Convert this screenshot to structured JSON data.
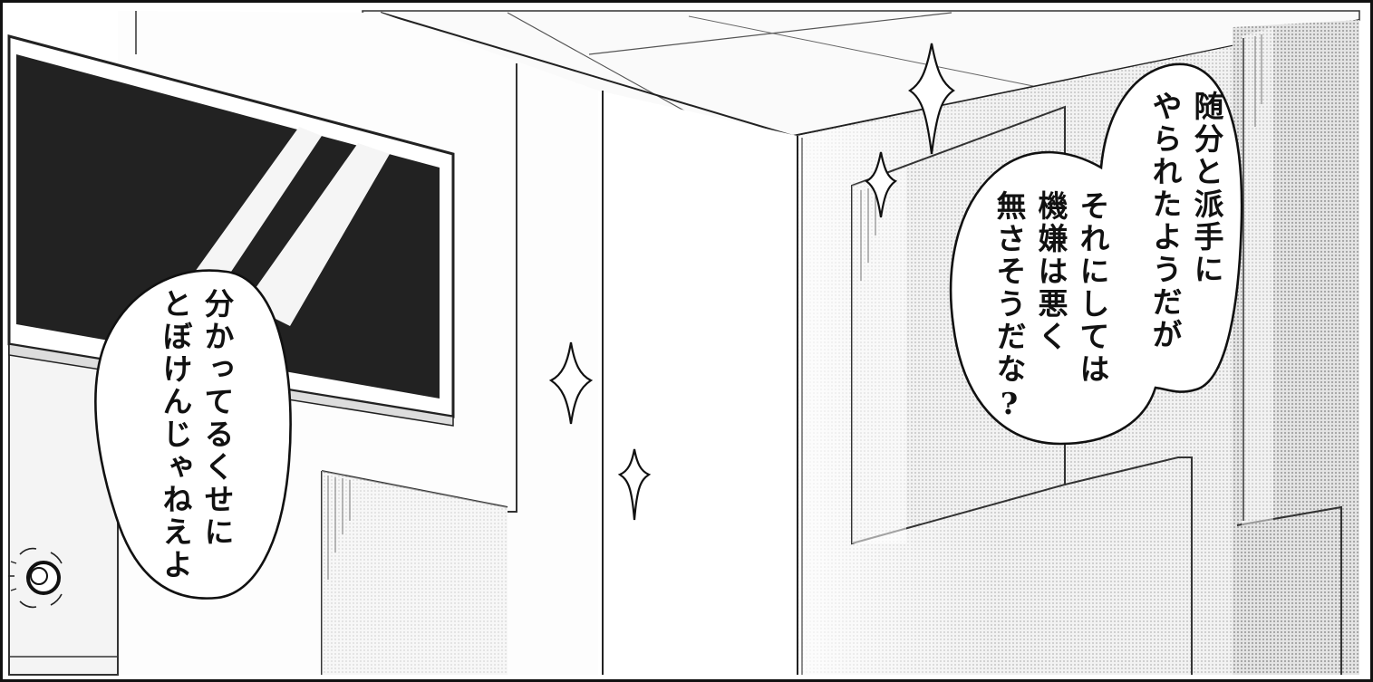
{
  "balloons": {
    "right": {
      "lines": [
        "随分と派手に",
        "やられたようだが",
        "それにしては",
        "機嫌は悪く",
        "無さそうだな?"
      ]
    },
    "left": {
      "lines": [
        "分かってるくせに",
        "とぼけんじゃねえよ"
      ]
    }
  },
  "colors": {
    "ink": "#111111",
    "window_glass": "#222222",
    "screentone_light": "#ececec",
    "screentone_mid": "#dcdcdc",
    "paper": "#ffffff"
  },
  "icons": {
    "sparkles": "four-point-star-sparkle",
    "emblem": "circle-laurel-emblem"
  }
}
